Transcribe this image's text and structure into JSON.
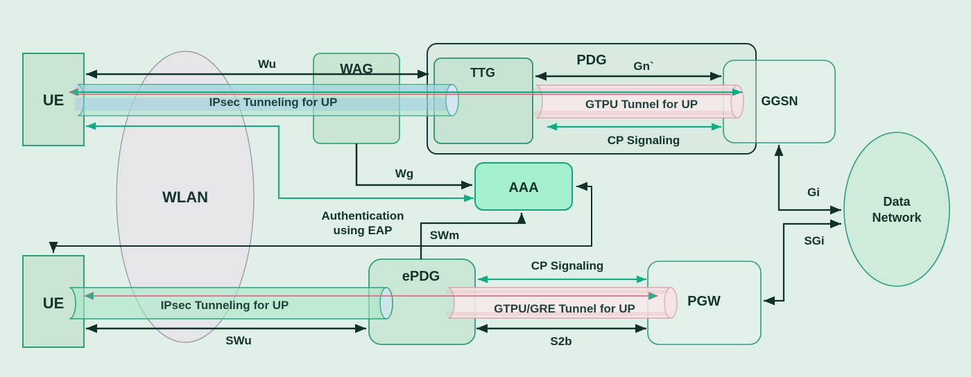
{
  "nodes": {
    "ue_top": "UE",
    "ue_bottom": "UE",
    "wlan": "WLAN",
    "wag": "WAG",
    "pdg": "PDG",
    "ttg": "TTG",
    "ggsn": "GGSN",
    "aaa": "AAA",
    "epdg": "ePDG",
    "pgw": "PGW",
    "data_network": {
      "line1": "Data",
      "line2": "Network"
    }
  },
  "links": {
    "wu": "Wu",
    "gn": "Gn`",
    "cp_signaling_top": "CP Signaling",
    "wg": "Wg",
    "auth_eap": {
      "line1": "Authentication",
      "line2": "using EAP"
    },
    "swm": "SWm",
    "cp_signaling_bottom": "CP Signaling",
    "s2b": "S2b",
    "swu": "SWu",
    "gi": "Gi",
    "sgi": "SGi"
  },
  "tunnels": {
    "ipsec_top": "IPsec Tunneling for UP",
    "gtpu_top": "GTPU Tunnel for UP",
    "ipsec_bottom": "IPsec Tunneling for UP",
    "gtpu_gre_bottom": "GTPU/GRE Tunnel for UP"
  },
  "colors": {
    "background": "#e0efe8",
    "node_fill_green": "#c8e5d2",
    "node_fill_mint": "#a6f1cd",
    "node_border_green": "#2f9e77",
    "gateway_border_teal": "#2f9c80",
    "pdg_border_dark": "#16352e",
    "arrow_dark": "#10302a",
    "arrow_teal": "#10ad84",
    "up_line_pink": "#e06a85",
    "ipsec_tunnel_blue": "#c3dcf2",
    "ipsec_tunnel_green": "#a8e8c8",
    "gtpu_tunnel_pink": "#f7e9eb",
    "wlan_gray": "#e6e5e8"
  }
}
